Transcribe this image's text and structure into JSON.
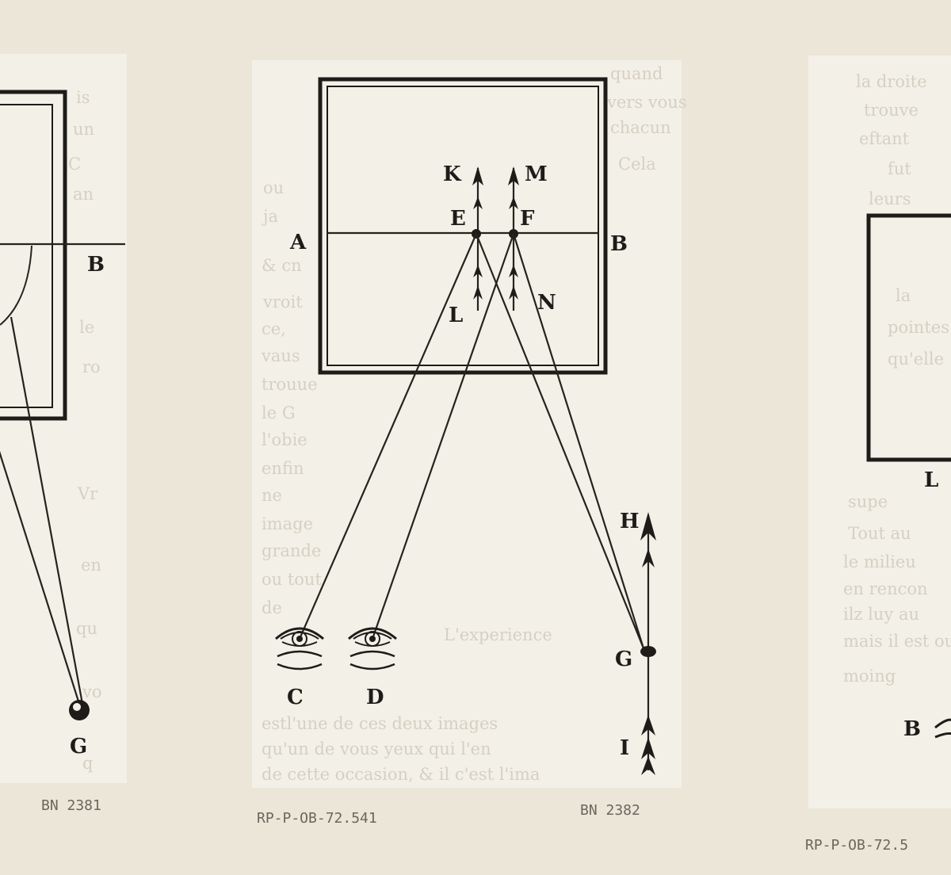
{
  "figure": {
    "main_labels": {
      "K": "K",
      "M": "M",
      "E": "E",
      "F": "F",
      "A": "A",
      "B": "B",
      "L": "L",
      "N": "N",
      "H": "H",
      "G": "G",
      "I": "I",
      "C": "C",
      "D": "D"
    },
    "left_fragment_labels": {
      "B": "B",
      "G": "G"
    },
    "right_fragment_labels": {
      "L": "L",
      "B": "B"
    }
  },
  "annotations": {
    "left_sheet": "BN 2381",
    "center_number": "RP-P-OB-72.541",
    "center_sheet": "BN 2382",
    "right_number": "RP-P-OB-72.5"
  },
  "colors": {
    "ink": "#1e1c19",
    "paper": "#f3f0e7",
    "board": "#ece6d8",
    "pencil": "#6b665e"
  },
  "icons": [
    "eye-icon",
    "arrow-icon"
  ]
}
